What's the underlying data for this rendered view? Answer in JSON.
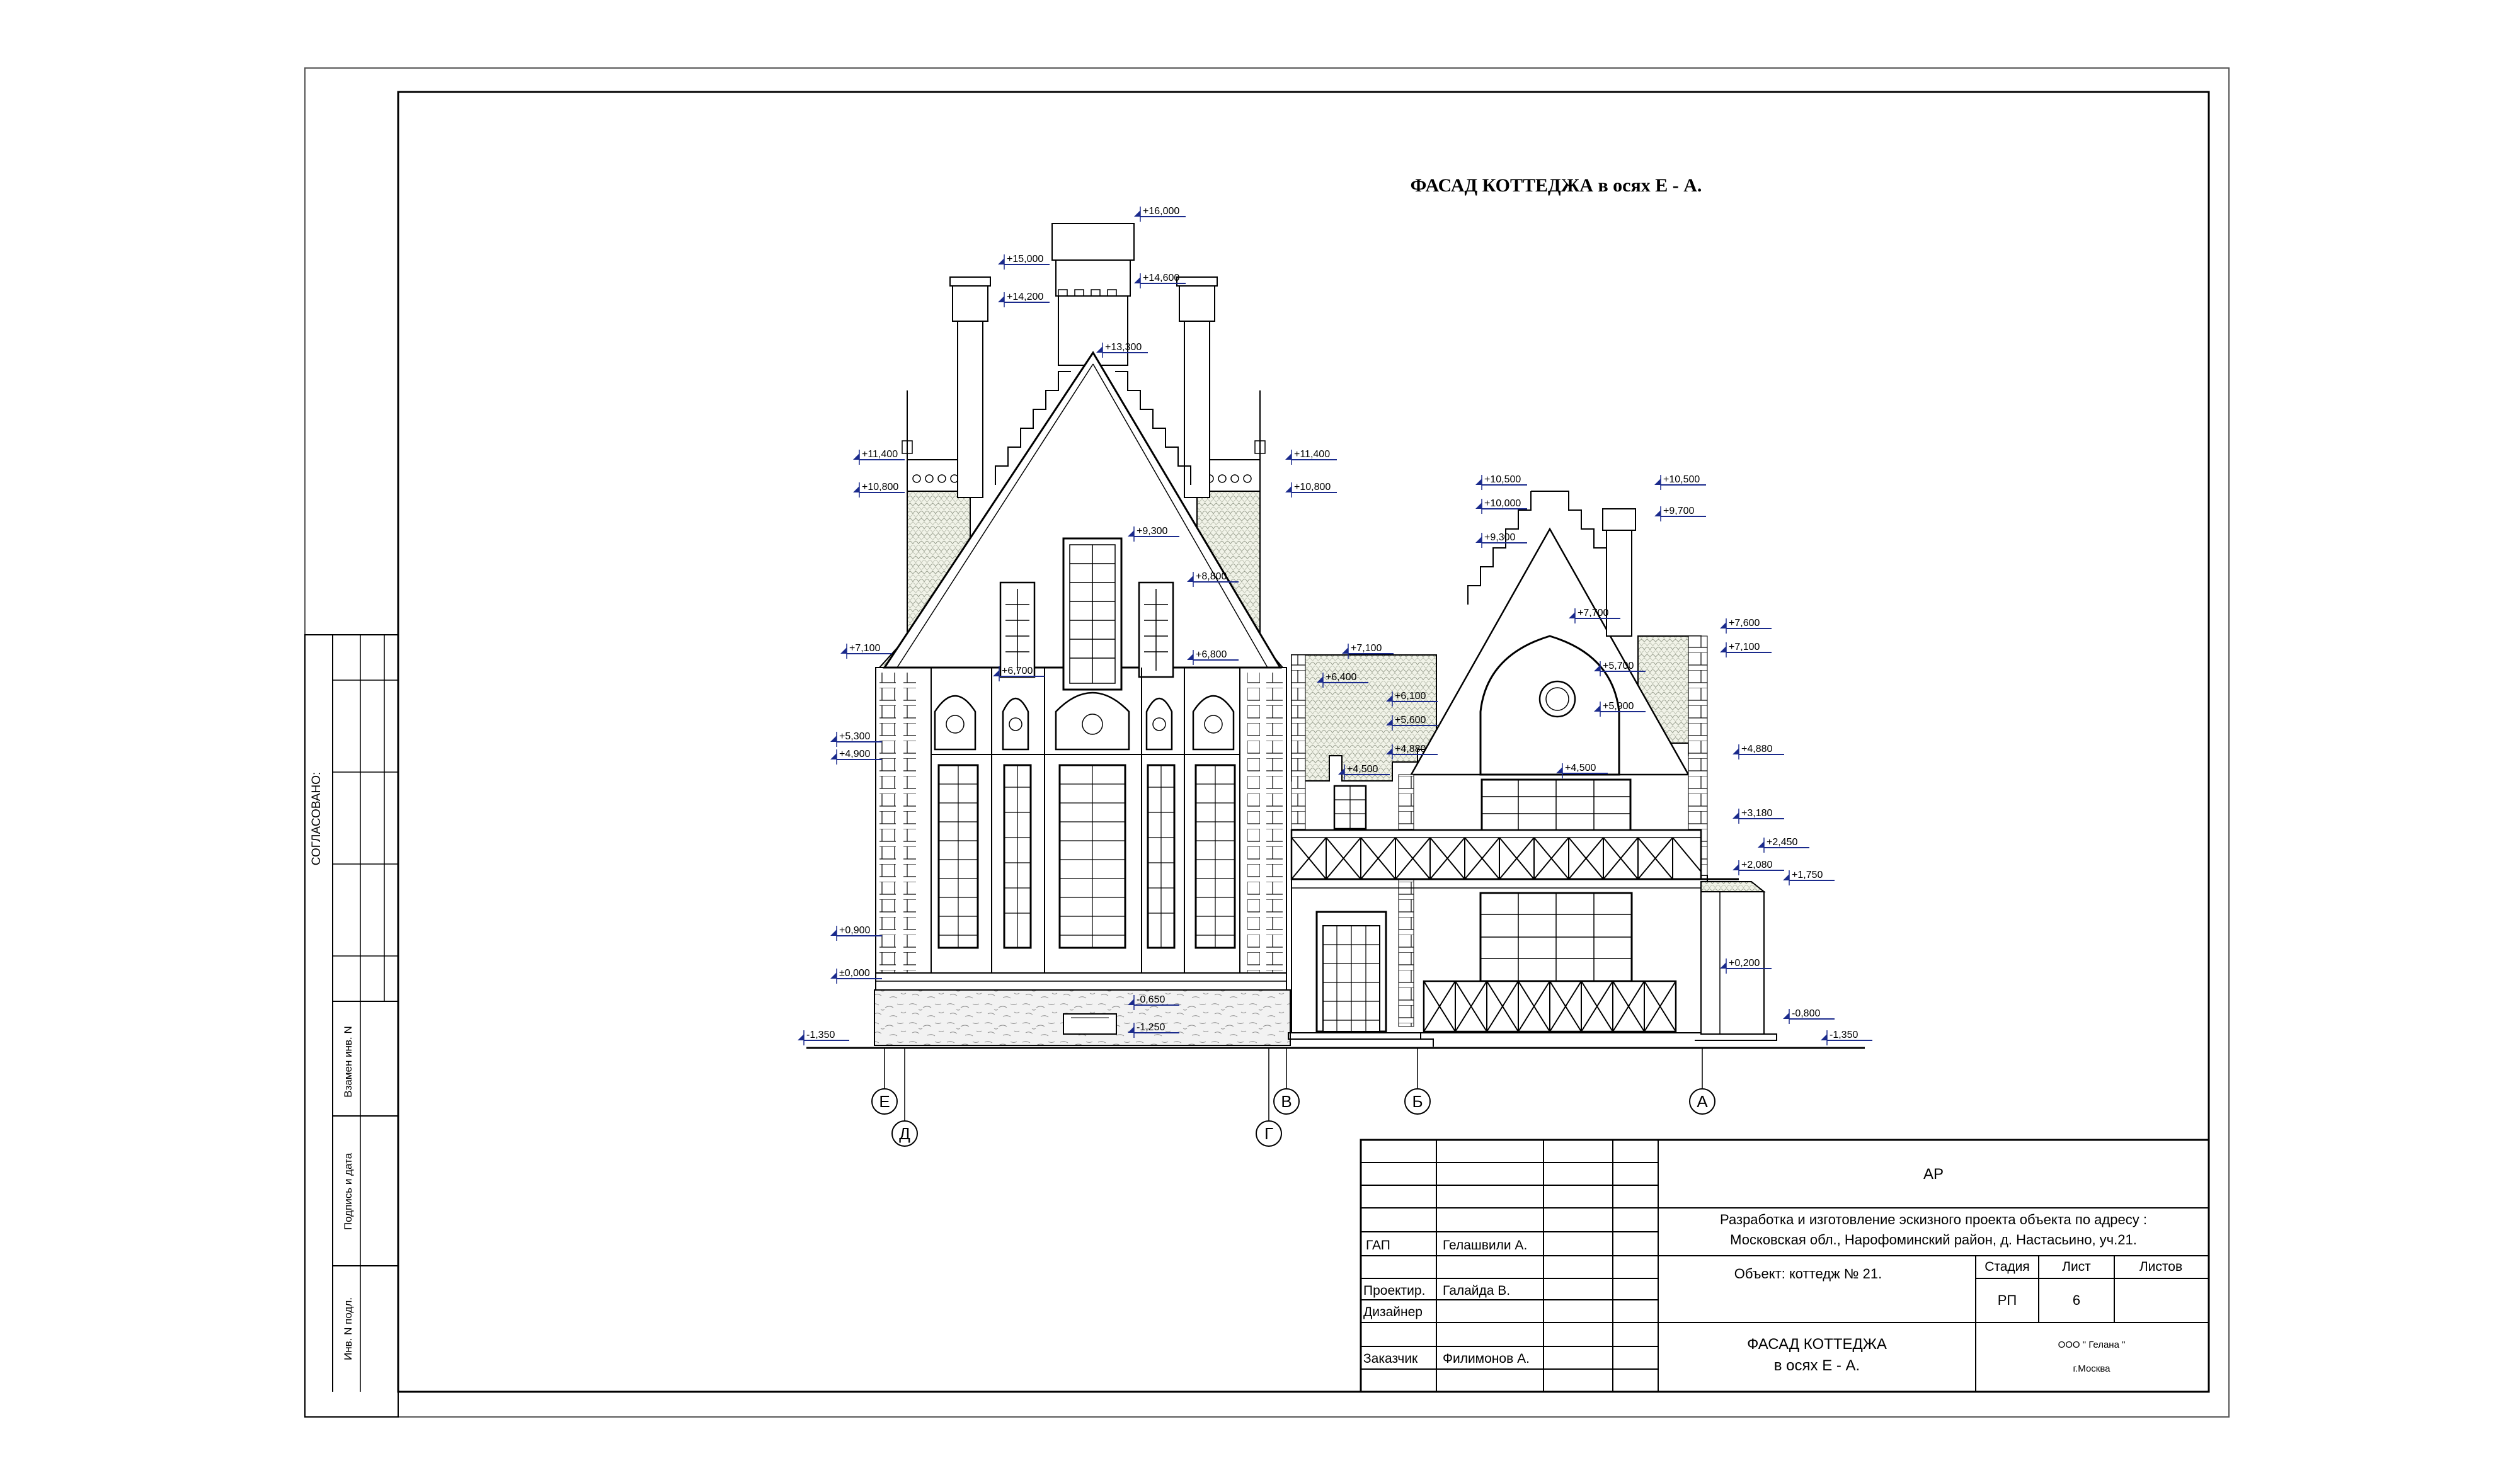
{
  "drawing_title": "ФАСАД  КОТТЕДЖА в осях Е - А.",
  "side_stamp": {
    "agreed": "СОГЛАСОВАНО:",
    "replaced_inv": "Взамен инв. N",
    "signature_date": "Подпись и дата",
    "inv_original": "Инв. N подл."
  },
  "axes": {
    "E": "Е",
    "D": "Д",
    "V": "В",
    "G": "Г",
    "B": "Б",
    "A": "А"
  },
  "levels": {
    "l16000": "+16,000",
    "l15000": "+15,000",
    "l14600": "+14,600",
    "l14200": "+14,200",
    "l13300": "+13,300",
    "l11400a": "+11,400",
    "l11400b": "+11,400",
    "l10800a": "+10,800",
    "l10800b": "+10,800",
    "l9300a": "+9,300",
    "l8800": "+8,800",
    "l7100a": "+7,100",
    "l6700": "+6,700",
    "l6800": "+6,800",
    "l5300": "+5,300",
    "l4900": "+4,900",
    "l0900": "+0,900",
    "l0000": "±0,000",
    "l-0650": "-0,650",
    "l-1250": "-1,250",
    "l-1350a": "-1,350",
    "l10500a": "+10,500",
    "l10000": "+10,000",
    "l9300b": "+9,300",
    "l10500b": "+10,500",
    "l9700": "+9,700",
    "l7100b": "+7,100",
    "l6400": "+6,400",
    "l6100": "+6,100",
    "l5600": "+5,600",
    "l4880a": "+4,880",
    "l4500a": "+4,500",
    "l7700": "+7,700",
    "l5700": "+5,700",
    "l5900": "+5,900",
    "l4500b": "+4,500",
    "l7600": "+7,600",
    "l7100c": "+7,100",
    "l4880b": "+4,880",
    "l3180": "+3,180",
    "l2450": "+2,450",
    "l2080": "+2,080",
    "l1750": "+1,750",
    "l0200": "+0,200",
    "l-0800": "-0,800",
    "l-1350b": "-1,350"
  },
  "title_block": {
    "code": "АР",
    "project_line1": "Разработка и изготовление эскизного проекта объекта по адресу :",
    "project_line2": "Московская обл., Нарофоминский район, д. Настасьино, уч.21.",
    "object": "Объект: коттедж № 21.",
    "stage_label": "Стадия",
    "sheet_label": "Лист",
    "sheets_label": "Листов",
    "stage_value": "РП",
    "sheet_value": "6",
    "role_gap": "ГАП",
    "name_gap": "Гелашвили А.",
    "role_designer": "Проектир.",
    "name_designer": "Галайда В.",
    "role_design": "Дизайнер",
    "role_customer": "Заказчик",
    "name_customer": "Филимонов А.",
    "sheet_title1": "ФАСАД КОТТЕДЖА",
    "sheet_title2": "в осях Е - А.",
    "company": "ООО \" Гелана \"",
    "city": "г.Москва"
  }
}
